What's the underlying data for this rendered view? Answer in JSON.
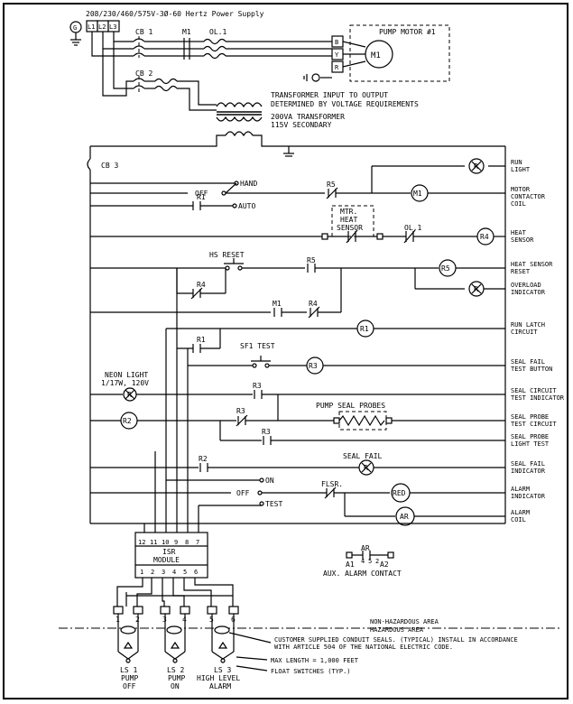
{
  "title": "208/230/460/575V-3Ø-60 Hertz Power Supply",
  "ground": "G",
  "lines": [
    "L1",
    "L2",
    "L3"
  ],
  "cb1": "CB 1",
  "cb2": "CB 2",
  "cb3": "CB 3",
  "m1_contact": "M1",
  "ol1": "OL.1",
  "pump_motor": "PUMP MOTOR #1",
  "motor_m1": "M1",
  "byr": [
    "B",
    "Y",
    "R"
  ],
  "transformer_note": [
    "TRANSFORMER INPUT TO OUTPUT",
    "DETERMINED BY VOLTAGE REQUIREMENTS"
  ],
  "transformer": [
    "200VA TRANSFORMER",
    "115V SECONDARY"
  ],
  "hand": "HAND",
  "off": "OFF",
  "auto": "AUTO",
  "r1": "R1",
  "r5": "R5",
  "r4": "R4",
  "r3": "R3",
  "r2": "R2",
  "m1": "M1",
  "mtr_heat_sensor": [
    "MTR.",
    "HEAT",
    "SENSOR"
  ],
  "ol1_contact": "OL.1",
  "hs_reset": "HS RESET",
  "sf1_test": "SF1 TEST",
  "neon": [
    "NEON LIGHT",
    "1/17W, 120V"
  ],
  "pump_seal_probes": "PUMP SEAL PROBES",
  "seal_fail": "SEAL FAIL",
  "on": "ON",
  "test": "TEST",
  "flsr": "FLSR.",
  "red": "RED",
  "ar": "AR",
  "coil_r": "R",
  "rungs": {
    "run_light": [
      "RUN",
      "LIGHT"
    ],
    "motor_contactor": [
      "MOTOR",
      "CONTACTOR",
      "COIL"
    ],
    "heat_sensor": [
      "HEAT",
      "SENSOR"
    ],
    "heat_sensor_reset": [
      "HEAT SENSOR",
      "RESET"
    ],
    "overload": [
      "OVERLOAD",
      "INDICATOR"
    ],
    "run_latch": [
      "RUN LATCH",
      "CIRCUIT"
    ],
    "seal_fail_test": [
      "SEAL FAIL",
      "TEST BUTTON"
    ],
    "seal_circuit_test": [
      "SEAL CIRCUIT",
      "TEST INDICATOR"
    ],
    "seal_probe_test": [
      "SEAL PROBE",
      "TEST CIRCUIT"
    ],
    "seal_probe_light": [
      "SEAL PROBE",
      "LIGHT TEST"
    ],
    "seal_fail_indicator": [
      "SEAL FAIL",
      "INDICATOR"
    ],
    "alarm_indicator": [
      "ALARM",
      "INDICATOR"
    ],
    "alarm_coil": [
      "ALARM",
      "COIL"
    ]
  },
  "isr_top": [
    "12",
    "11",
    "10",
    "9",
    "8",
    "7"
  ],
  "isr_bottom": [
    "1",
    "2",
    "3",
    "4",
    "5",
    "6"
  ],
  "isr_label": [
    "ISR",
    "MODULE"
  ],
  "aux": {
    "ar": "AR",
    "a1": "A1",
    "a2": "A2",
    "pins": [
      "4",
      "5",
      "2"
    ],
    "label": "AUX. ALARM CONTACT"
  },
  "float_pins": [
    "1",
    "2",
    "3",
    "4",
    "5",
    "6"
  ],
  "areas": [
    "NON-HAZARDOUS AREA",
    "HAZARDOUS AREA"
  ],
  "notes": [
    "CUSTOMER SUPPLIED CONDUIT SEALS. (TYPICAL) INSTALL IN ACCORDANCE",
    "WITH ARTICLE 504 OF THE NATIONAL ELECTRIC CODE.",
    "MAX LENGTH = 1,000 FEET",
    "FLOAT SWITCHES (TYP.)"
  ],
  "ls1": [
    "LS 1",
    "PUMP",
    "OFF"
  ],
  "ls2": [
    "LS 2",
    "PUMP",
    "ON"
  ],
  "ls3": [
    "LS 3",
    "HIGH LEVEL",
    "ALARM"
  ]
}
